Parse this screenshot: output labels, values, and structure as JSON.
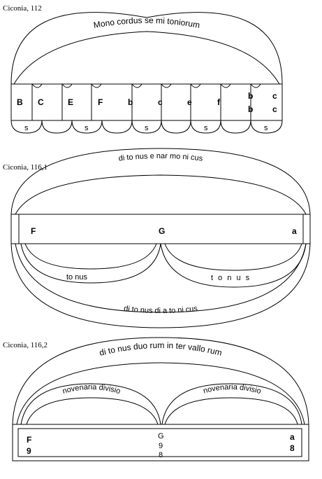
{
  "diagram1": {
    "caption": "Ciconia, 112",
    "arc_text": "Mono cordus se mi toniorum",
    "letters": [
      "B",
      "C",
      "E",
      "F",
      "b",
      "c",
      "e",
      "f",
      "b",
      "c"
    ],
    "letters_lower": [
      "",
      "",
      "",
      "",
      "",
      "",
      "",
      "",
      "b",
      "c"
    ],
    "bottom_labels": [
      "s",
      "",
      "s",
      "",
      "s",
      "",
      "s",
      "",
      "s"
    ]
  },
  "diagram2": {
    "caption": "Ciconia, 116,1",
    "top_arc_text": "di to nus e nar mo ni cus",
    "left_text": "F",
    "center_text": "G",
    "right_text": "a",
    "lower_left_text": "to nus",
    "lower_right_text": "t o n u s",
    "bottom_arc_text": "di to nus di a to ni cus"
  },
  "diagram3": {
    "caption": "Ciconia, 116,2",
    "top_arc_text": "di to nus duo rum in ter vallo rum",
    "left_inner_text": "novenaria divisio",
    "right_inner_text": "novenaria divisio",
    "left_top": "F",
    "left_bottom": "9",
    "center_top": "G",
    "center_mid": "9",
    "center_bottom": "8",
    "right_top": "a",
    "right_bottom": "8"
  }
}
